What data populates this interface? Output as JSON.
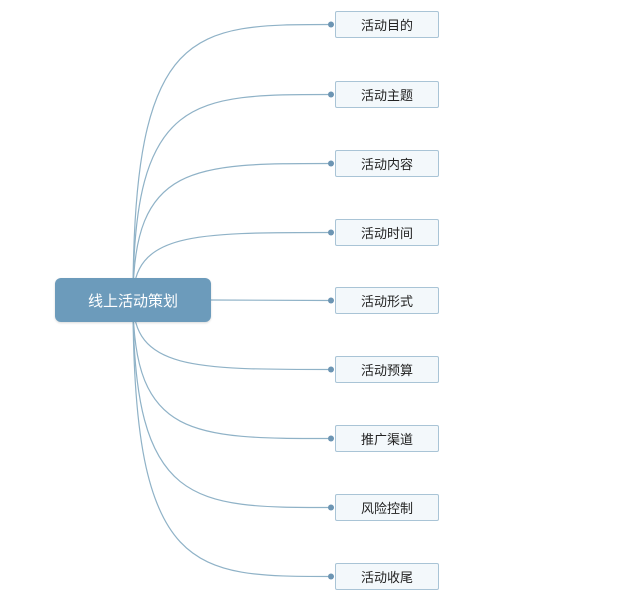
{
  "root": {
    "label": "线上活动策划"
  },
  "branches": [
    {
      "label": "活动目的"
    },
    {
      "label": "活动主题"
    },
    {
      "label": "活动内容"
    },
    {
      "label": "活动时间"
    },
    {
      "label": "活动形式"
    },
    {
      "label": "活动预算"
    },
    {
      "label": "推广渠道"
    },
    {
      "label": "风险控制"
    },
    {
      "label": "活动收尾"
    }
  ],
  "colors": {
    "root_fill": "#6c9bbb",
    "branch_line": "#8fb2c7",
    "child_fill": "#f3f8fb",
    "child_border": "#a9c4d6"
  }
}
